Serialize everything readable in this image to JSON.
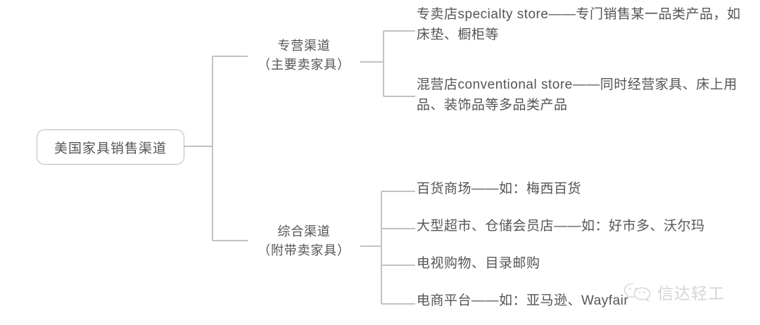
{
  "diagram": {
    "type": "tree-mindmap",
    "root": {
      "label": "美国家具销售渠道"
    },
    "branches": [
      {
        "title_line1": "专营渠道",
        "title_line2": "（主要卖家具）",
        "children": [
          {
            "text": "专卖店specialty store——专门销售某一品类产品，如床垫、橱柜等"
          },
          {
            "text": "混营店conventional store——同时经营家具、床上用品、装饰品等多品类产品"
          }
        ]
      },
      {
        "title_line1": "综合渠道",
        "title_line2": "（附带卖家具）",
        "children": [
          {
            "text": "百货商场——如：梅西百货"
          },
          {
            "text": "大型超市、仓储会员店——如：好市多、沃尔玛"
          },
          {
            "text": "电视购物、目录邮购"
          },
          {
            "text": "电商平台——如：亚马逊、Wayfair"
          }
        ]
      }
    ]
  },
  "watermark": {
    "label": "信达轻工",
    "icon": "wechat-icon"
  },
  "colors": {
    "text": "#55555a",
    "line": "#c2c2c6",
    "root_border": "#b9b9bd",
    "background": "#ffffff",
    "watermark_text": "#9b9b9e"
  }
}
